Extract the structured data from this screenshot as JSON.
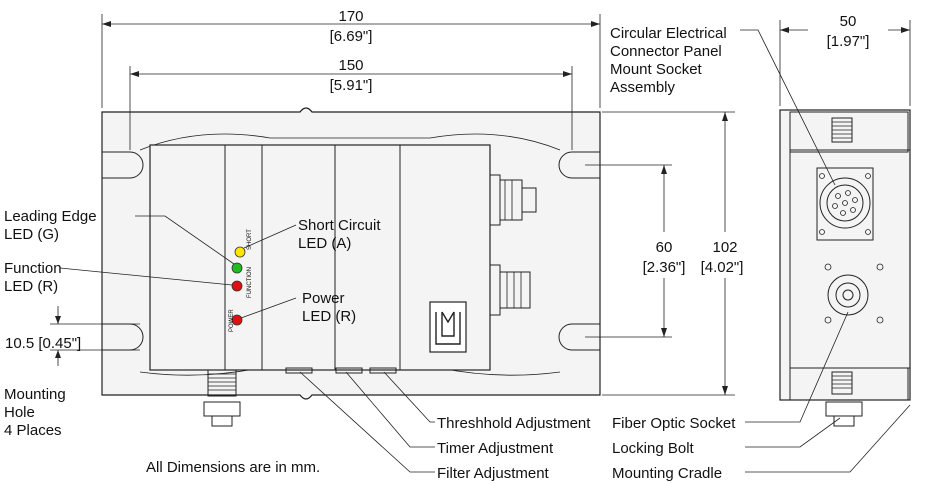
{
  "dimensions": {
    "overall_width_mm": "170",
    "overall_width_in": "[6.69\"]",
    "hole_span_mm": "150",
    "hole_span_in": "[5.91\"]",
    "side_width_mm": "50",
    "side_width_in": "[1.97\"]",
    "hole_vertical_mm": "60",
    "hole_vertical_in": "[2.36\"]",
    "overall_height_mm": "102",
    "overall_height_in": "[4.02\"]",
    "hole_dia": "10.5 [0.45\"]"
  },
  "labels": {
    "circular_connector": [
      "Circular Electrical",
      "Connector Panel",
      "Mount Socket",
      "Assembly"
    ],
    "leading_edge": [
      "Leading Edge",
      "LED (G)"
    ],
    "function_led": [
      "Function",
      "LED (R)"
    ],
    "short_circuit": [
      "Short Circuit",
      "LED (A)"
    ],
    "power_led": [
      "Power",
      "LED (R)"
    ],
    "mounting_hole": [
      "Mounting",
      "Hole",
      "4 Places"
    ],
    "threshold": "Threshhold Adjustment",
    "timer": "Timer Adjustment",
    "filter": "Filter Adjustment",
    "fiber_optic": "Fiber Optic Socket",
    "locking_bolt": "Locking Bolt",
    "mounting_cradle": "Mounting Cradle",
    "units_note": "All Dimensions are in mm."
  },
  "panel_text": {
    "short": "SHORT",
    "function": "FUNCTION",
    "power": "POWER"
  },
  "led_colors": {
    "short_circuit": "#ffe600",
    "leading_edge": "#22bb22",
    "function": "#dd1111",
    "power": "#dd1111"
  }
}
